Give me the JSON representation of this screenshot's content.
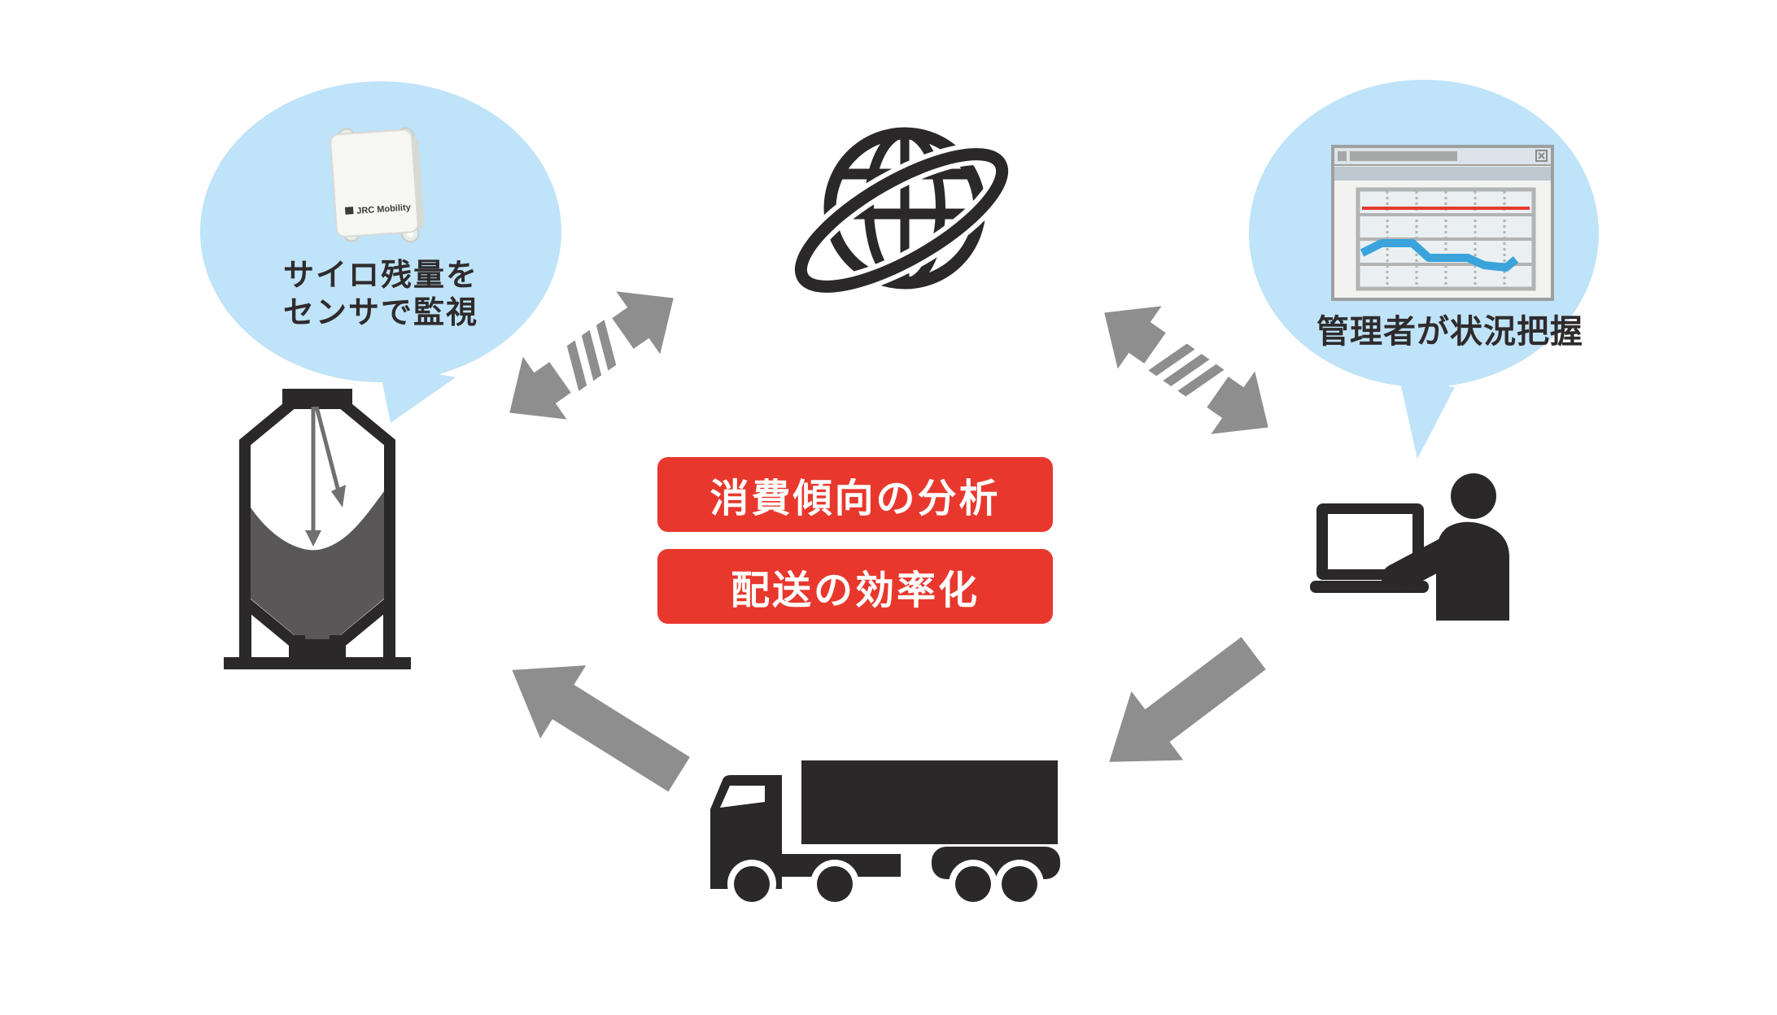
{
  "left_bubble": {
    "text_line1": "サイロ残量を",
    "text_line2": "センサで監視",
    "device_label": "JRC Mobility"
  },
  "right_bubble": {
    "label": "管理者が状況把握"
  },
  "center_banners": {
    "banner1": "消費傾向の分析",
    "banner2": "配送の効率化"
  },
  "icons": {
    "globe": "internet-globe-icon",
    "sensor_device": "iot-sensor-device",
    "silo": "silo-icon",
    "manager": "manager-with-laptop-icon",
    "truck": "delivery-truck-icon",
    "upper_arrows": "two-way-dashed-arrow",
    "lower_arrows": "solid-flow-arrow",
    "browser": "browser-window-with-trend-chart"
  },
  "palette": {
    "bubble_blue": "#bfe3f8",
    "banner_red": "#e8382d",
    "icon_dark": "#2b2829",
    "arrow_gray": "#8e8e8f",
    "silo_material_gray": "#595757",
    "chart_trend_blue": "#3aa3dc",
    "chart_threshold_red": "#e8382d"
  }
}
